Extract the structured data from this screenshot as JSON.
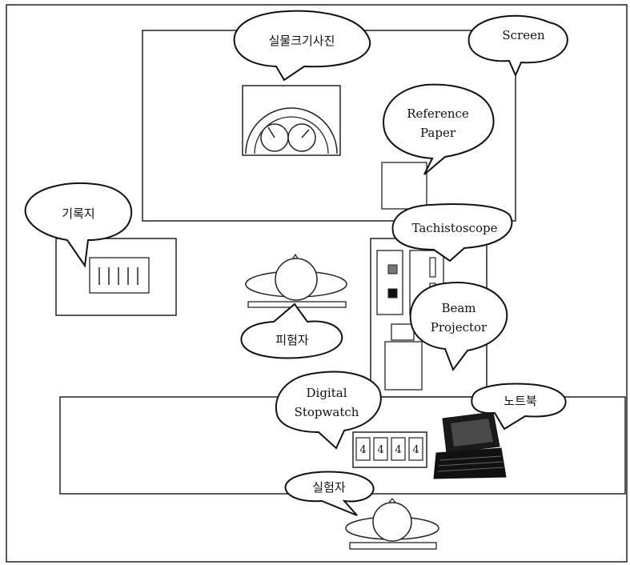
{
  "labels": {
    "screen": "Screen",
    "actual_size_photo": "실물크기사진",
    "reference_paper": [
      "Reference",
      "Paper"
    ],
    "record_sheet": "기록지",
    "tachistoscope": "Tachistoscope",
    "beam_projector": [
      "Beam",
      "Projector"
    ],
    "subject": "피험자",
    "digital_stopwatch": [
      "Digital",
      "Stopwatch"
    ],
    "notebook": "노트북",
    "experimenter": "실험자"
  },
  "stopwatch_digits": [
    "4",
    "4",
    "4",
    "4"
  ]
}
